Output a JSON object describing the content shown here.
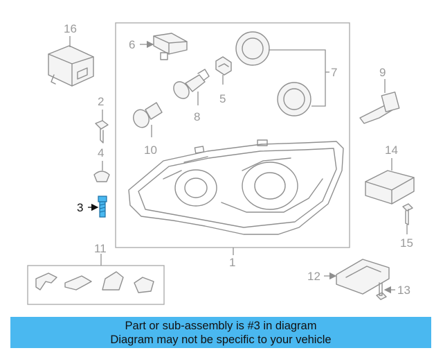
{
  "callouts": {
    "c1": "1",
    "c2": "2",
    "c3": "3",
    "c4": "4",
    "c5": "5",
    "c6": "6",
    "c7": "7",
    "c8": "8",
    "c9": "9",
    "c10": "10",
    "c11": "11",
    "c12": "12",
    "c13": "13",
    "c14": "14",
    "c15": "15",
    "c16": "16"
  },
  "highlighted_callout": "3",
  "banner": {
    "line1": "Part or sub-assembly is #3 in diagram",
    "line2": "Diagram may not be specific to your vehicle",
    "color": "#4ab8f0"
  }
}
